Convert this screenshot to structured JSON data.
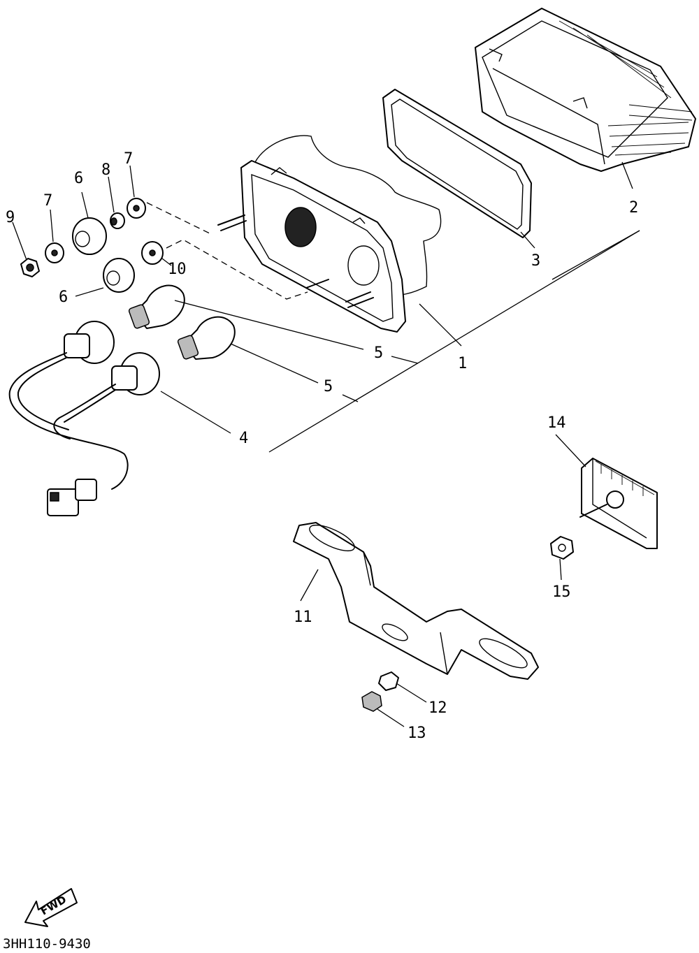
{
  "labels": {
    "p1": "1",
    "p2": "2",
    "p3": "3",
    "p4": "4",
    "p5a": "5",
    "p5b": "5",
    "p6a": "6",
    "p6b": "6",
    "p7a": "7",
    "p7b": "7",
    "p8": "8",
    "p9": "9",
    "p10": "10",
    "p11": "11",
    "p12": "12",
    "p13": "13",
    "p14": "14",
    "p15": "15"
  },
  "fwd_text": "FWD",
  "diagram_code": "3HH110-9430"
}
